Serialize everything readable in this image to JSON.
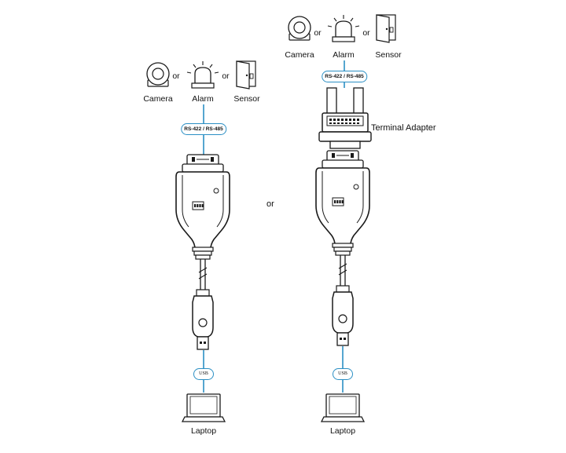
{
  "left": {
    "devices": [
      "Camera",
      "Alarm",
      "Sensor"
    ],
    "or_text": "or",
    "serial_tag": "RS-422 / RS-485",
    "usb_tag": "USB",
    "laptop_label": "Laptop"
  },
  "right": {
    "devices": [
      "Camera",
      "Alarm",
      "Sensor"
    ],
    "or_text": "or",
    "serial_tag": "RS-422 / RS-485",
    "adapter_label": "Terminal Adapter",
    "usb_tag": "USB",
    "laptop_label": "Laptop"
  },
  "middle_or": "or",
  "colors": {
    "connector_line": "#2b8fc4",
    "stroke": "#1a1a1a"
  },
  "icons": [
    "camera-icon",
    "alarm-icon",
    "sensor-door-icon",
    "laptop-icon",
    "serial-usb-cable-icon",
    "terminal-adapter-icon"
  ]
}
